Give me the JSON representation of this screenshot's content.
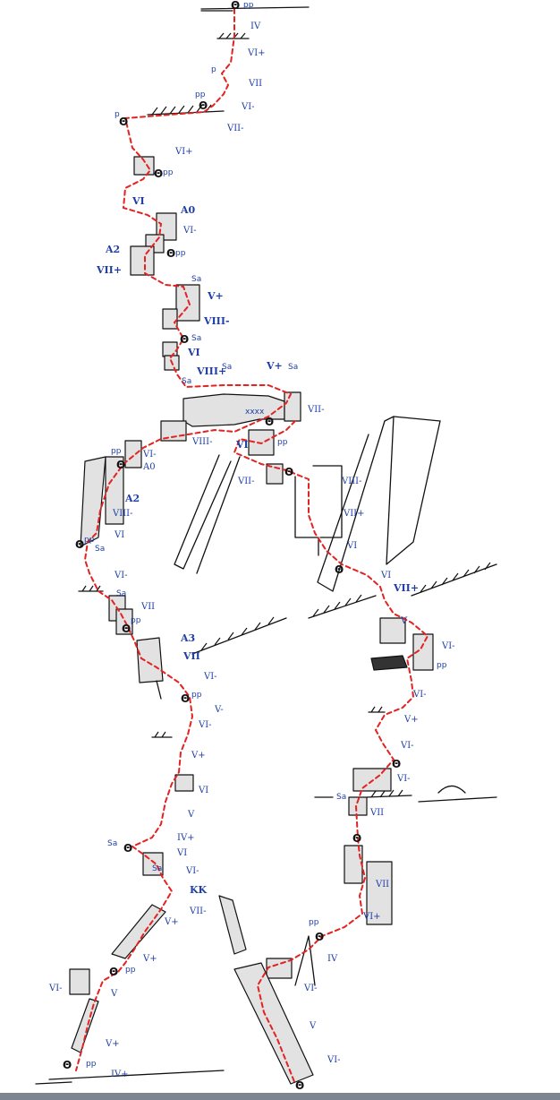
{
  "labels": {
    "left_route": [
      {
        "text": "IV"
      },
      {
        "text": "VI+"
      },
      {
        "text": "VII"
      },
      {
        "text": "VI-"
      },
      {
        "text": "VII-"
      },
      {
        "text": "VI+"
      },
      {
        "text": "VI"
      },
      {
        "text": "A0"
      },
      {
        "text": "VI-"
      },
      {
        "text": "A2"
      },
      {
        "text": "VII+"
      },
      {
        "text": "V+"
      },
      {
        "text": "VIII-"
      },
      {
        "text": "VI"
      },
      {
        "text": "VIII+"
      },
      {
        "text": "V+"
      },
      {
        "text": "VII-"
      },
      {
        "text": "VIII-"
      },
      {
        "text": "VI-"
      },
      {
        "text": "A0"
      },
      {
        "text": "A2"
      },
      {
        "text": "VIII-"
      },
      {
        "text": "VI"
      },
      {
        "text": "VI-"
      },
      {
        "text": "VII"
      },
      {
        "text": "A3"
      },
      {
        "text": "VII"
      },
      {
        "text": "VI-"
      },
      {
        "text": "V-"
      },
      {
        "text": "VI-"
      },
      {
        "text": "V+"
      },
      {
        "text": "VI"
      },
      {
        "text": "V"
      },
      {
        "text": "IV+"
      },
      {
        "text": "VI"
      },
      {
        "text": "VI-"
      },
      {
        "text": "KK"
      },
      {
        "text": "V+"
      },
      {
        "text": "VII-"
      },
      {
        "text": "V+"
      },
      {
        "text": "VI-"
      },
      {
        "text": "V"
      },
      {
        "text": "V+"
      },
      {
        "text": "IV+"
      }
    ],
    "right_route": [
      {
        "text": "VI"
      },
      {
        "text": "VII-"
      },
      {
        "text": "VIII-"
      },
      {
        "text": "VII+"
      },
      {
        "text": "VI"
      },
      {
        "text": "VI"
      },
      {
        "text": "VII+"
      },
      {
        "text": "V"
      },
      {
        "text": "VI-"
      },
      {
        "text": "VI-"
      },
      {
        "text": "V+"
      },
      {
        "text": "VI-"
      },
      {
        "text": "VI-"
      },
      {
        "text": "VII"
      },
      {
        "text": "VII"
      },
      {
        "text": "VI+"
      },
      {
        "text": "IV"
      },
      {
        "text": "VI-"
      },
      {
        "text": "V"
      },
      {
        "text": "VI-"
      }
    ],
    "symbols": {
      "piton": "p",
      "double_piton": "pp",
      "sling": "Sa",
      "belay": "Θ",
      "crux": "xxxx"
    }
  },
  "colors": {
    "route_line": "#e32222",
    "grade_ink": "#1f3fa6",
    "sketch_ink": "#111111",
    "rock_fill": "#e2e2e2"
  }
}
